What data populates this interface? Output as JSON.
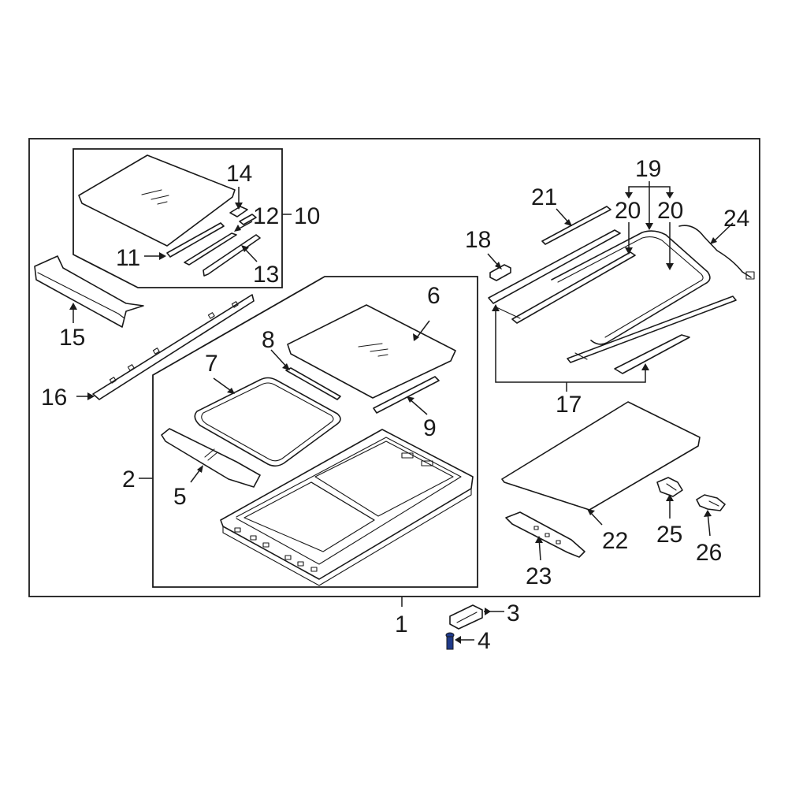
{
  "colors": {
    "line": "#1a1a1a",
    "background": "#ffffff",
    "bolt": "#1f3a8a"
  },
  "callouts": {
    "c1": "1",
    "c2": "2",
    "c3": "3",
    "c4": "4",
    "c5": "5",
    "c6": "6",
    "c7": "7",
    "c8": "8",
    "c9": "9",
    "c10": "10",
    "c11": "11",
    "c12": "12",
    "c13": "13",
    "c14": "14",
    "c15": "15",
    "c16": "16",
    "c17": "17",
    "c18": "18",
    "c19": "19",
    "c20a": "20",
    "c20b": "20",
    "c21": "21",
    "c22": "22",
    "c23": "23",
    "c24": "24",
    "c25": "25",
    "c26": "26"
  }
}
